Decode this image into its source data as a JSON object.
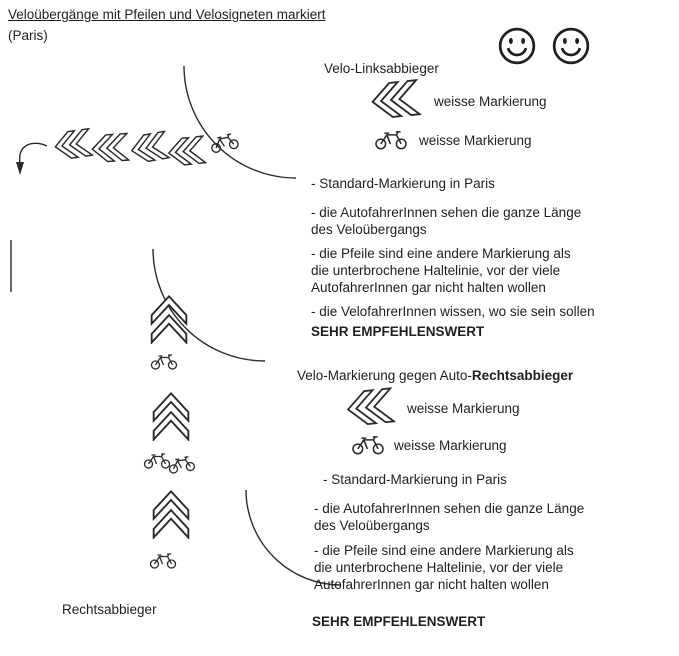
{
  "header": {
    "title": "Veloübergänge mit Pfeilen und Velosigneten markiert",
    "subtitle": "(Paris)"
  },
  "left_turn": {
    "heading": "Velo-Linksabbieger",
    "arrow_label": "weisse Markierung",
    "bike_label": "weisse Markierung",
    "bullet_1": "- Standard-Markierung in Paris",
    "bullet_2": "- die AutofahrerInnen sehen die ganze Länge\ndes Veloübergangs",
    "bullet_3": "- die Pfeile sind eine andere Markierung als\ndie unterbrochene Haltelinie, vor der viele\nAutofahrerInnen gar nicht halten wollen",
    "bullet_4": "- die VelofahrerInnen wissen, wo sie sein sollen",
    "verdict": "SEHR EMPFEHLENSWERT"
  },
  "right_turn": {
    "heading_prefix": "Velo-Markierung gegen Auto-",
    "heading_bold": "Rechtsabbieger",
    "arrow_label": "weisse Markierung",
    "bike_label": "weisse Markierung",
    "bullet_1": "- Standard-Markierung in Paris",
    "bullet_2": "- die AutofahrerInnen sehen die ganze Länge\ndes Veloübergangs",
    "bullet_3": "- die Pfeile sind eine andere Markierung als\ndie unterbrochene Haltelinie, vor der viele\nAutofahrerInnen gar nicht halten wollen",
    "verdict": "SEHR EMPFEHLENSWERT"
  },
  "diagram_labels": {
    "bottom": "Rechtsabbieger"
  },
  "icons": {
    "smiley": "smiley-face",
    "chevron_arrow": "double-chevron-road-marking",
    "bicycle": "bicycle-road-marking"
  },
  "colors": {
    "background": "#ffffff",
    "ink": "#1f1f1f",
    "line": "#2a2a2a"
  }
}
